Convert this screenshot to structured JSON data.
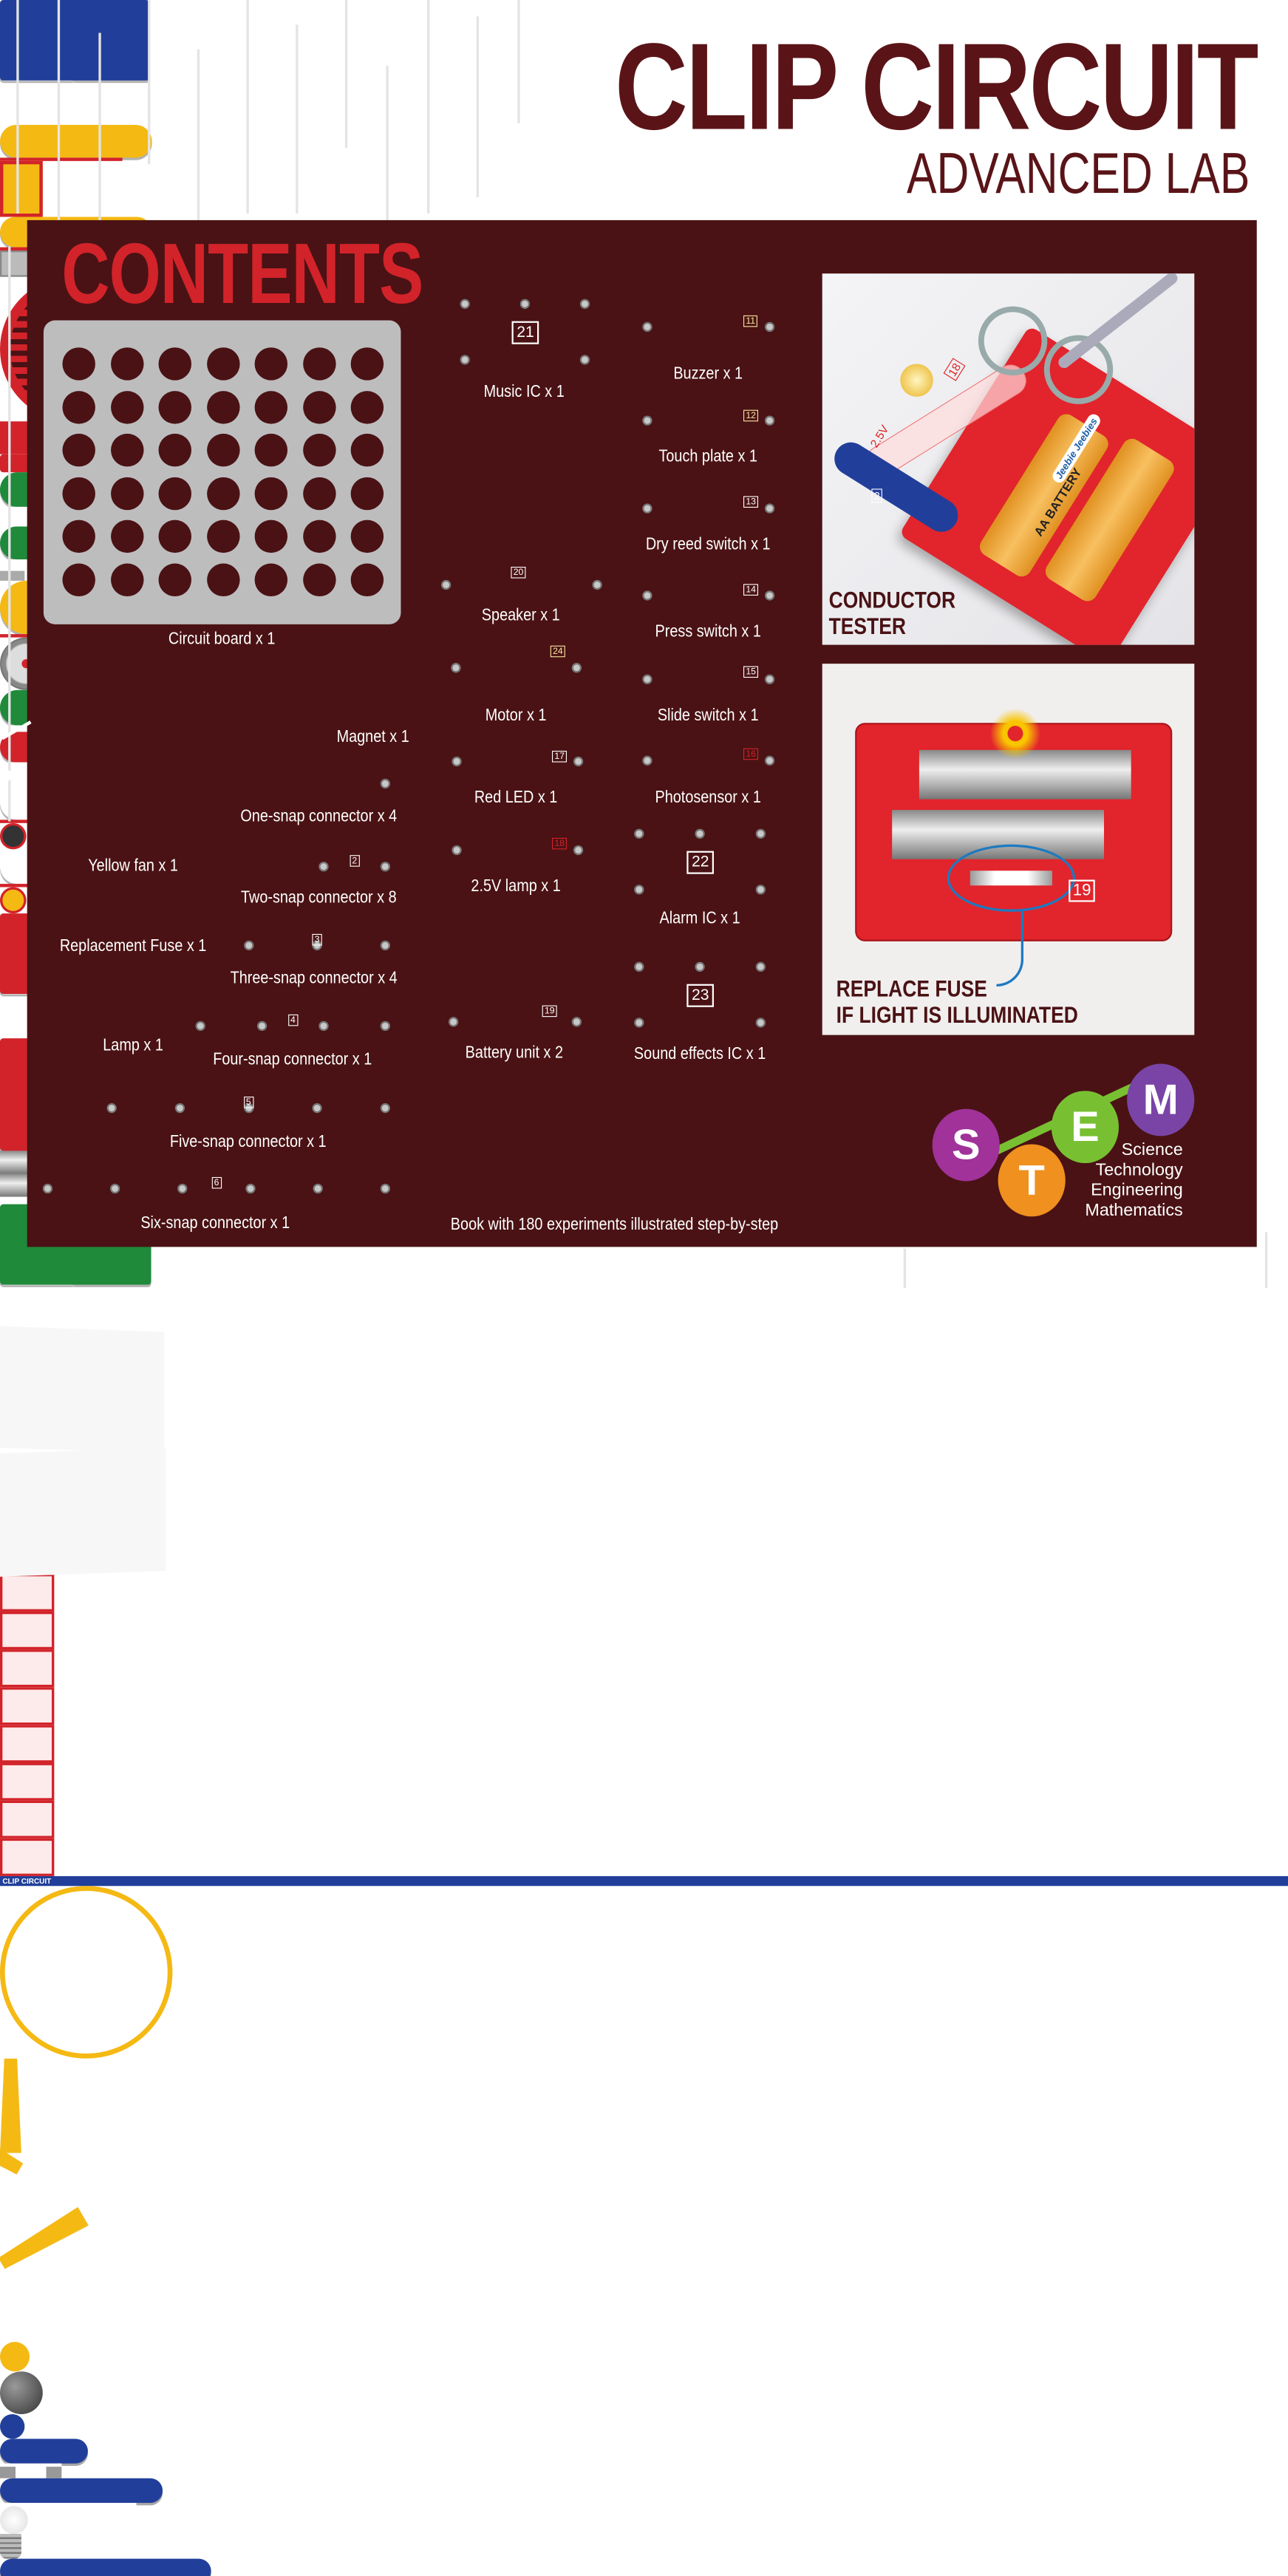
{
  "header": {
    "title": "CLIP CIRCUIT",
    "subtitle": "ADVANCED LAB"
  },
  "panel": {
    "heading": "CONTENTS"
  },
  "colors": {
    "maroon": "#4a1214",
    "title": "#5a1418",
    "red": "#d2232a",
    "blue": "#213f9a",
    "yellow": "#f5b914",
    "green": "#1e8a3a",
    "grey": "#bdbdbe"
  },
  "items": [
    {
      "label": "Circuit board x 1"
    },
    {
      "label": "Music IC x 1",
      "number": "21"
    },
    {
      "label": "Buzzer x 1",
      "number": "11"
    },
    {
      "label": "Touch plate x 1",
      "number": "12"
    },
    {
      "label": "Speaker x 1",
      "number": "20"
    },
    {
      "label": "Dry reed switch x 1",
      "number": "13"
    },
    {
      "label": "Press switch x 1",
      "number": "14"
    },
    {
      "label": "Motor x 1",
      "number": "24"
    },
    {
      "label": "Slide switch x 1",
      "number": "15"
    },
    {
      "label": "Red LED x 1",
      "number": "17"
    },
    {
      "label": "Photosensor x 1",
      "number": "16"
    },
    {
      "label": "2.5V lamp x 1",
      "number": "18"
    },
    {
      "label": "Alarm IC x 1",
      "number": "22"
    },
    {
      "label": "Battery unit x 2",
      "number": "19"
    },
    {
      "label": "Sound effects IC x 1",
      "number": "23"
    },
    {
      "label": "Book with 180 experiments illustrated step-by-step"
    },
    {
      "label": "Yellow fan x 1"
    },
    {
      "label": "Magnet x 1"
    },
    {
      "label": "One-snap connector x 4"
    },
    {
      "label": "Two-snap connector x 8",
      "number": "2"
    },
    {
      "label": "Replacement Fuse x 1"
    },
    {
      "label": "Three-snap connector x 4",
      "number": "3"
    },
    {
      "label": "Lamp x 1"
    },
    {
      "label": "Four-snap connector x 1",
      "number": "4"
    },
    {
      "label": "Five-snap connector x 1",
      "number": "5"
    },
    {
      "label": "Six-snap connector x 1",
      "number": "6"
    }
  ],
  "photos": {
    "conductor_tester": {
      "caption_line1": "CONDUCTOR",
      "caption_line2": "TESTER",
      "part_number": "18",
      "connector_number": "2",
      "voltage": "2.5V",
      "battery_label": "AA BATTERY",
      "brand": "Jeebie Jeebies"
    },
    "fuse": {
      "caption_line1": "REPLACE FUSE",
      "caption_line2": "IF LIGHT IS ILLUMINATED",
      "part_number": "19"
    }
  },
  "book": {
    "cover_title": "CLIP CIRCUIT"
  },
  "stem": {
    "letters": [
      "S",
      "T",
      "E",
      "M"
    ],
    "words": [
      "Science",
      "Technology",
      "Engineering",
      "Mathematics"
    ],
    "colors": [
      "#a0329a",
      "#f0901e",
      "#78c032",
      "#7a44a6"
    ]
  }
}
